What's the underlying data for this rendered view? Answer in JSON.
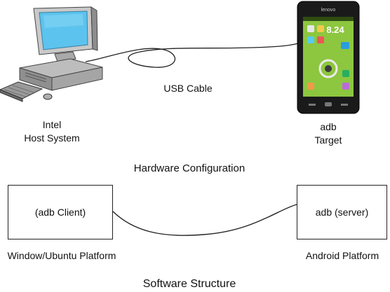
{
  "hardware": {
    "host_line1": "Intel",
    "host_line2": "Host System",
    "cable_label": "USB Cable",
    "target_line1": "adb",
    "target_line2": "Target",
    "phone_brand": "lenovo",
    "phone_clock": "8.24",
    "section_title": "Hardware Configuration"
  },
  "software": {
    "client_box": "(adb Client)",
    "server_box": "adb (server)",
    "client_platform": "Window/Ubuntu Platform",
    "server_platform": "Android Platform",
    "section_title": "Software Structure"
  },
  "colors": {
    "screen_blue": "#5BC3EE",
    "phone_green": "#8DC63F",
    "phone_body": "#1A1A1A"
  },
  "icons": [
    "desktop-computer-icon",
    "smartphone-icon",
    "usb-cable-icon"
  ]
}
